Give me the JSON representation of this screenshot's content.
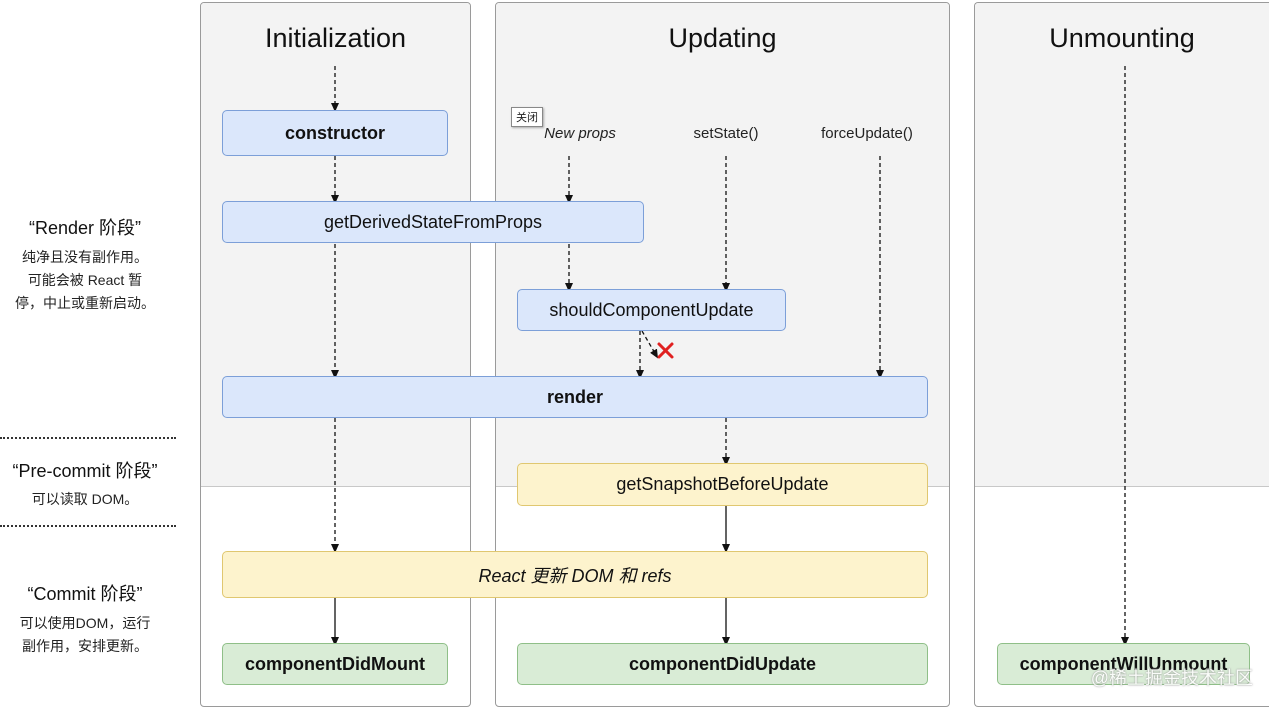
{
  "columns": {
    "initialization": "Initialization",
    "updating": "Updating",
    "unmounting": "Unmounting"
  },
  "phases": {
    "render": {
      "title": "“Render 阶段”",
      "desc": [
        "纯净且没有副作用。",
        "可能会被 React 暂",
        "停，中止或重新启动。"
      ]
    },
    "precommit": {
      "title": "“Pre-commit 阶段”",
      "desc": [
        "可以读取 DOM。"
      ]
    },
    "commit": {
      "title": "“Commit 阶段”",
      "desc": [
        "可以使用DOM，运行",
        "副作用，安排更新。"
      ]
    }
  },
  "triggers": {
    "new_props": "New props",
    "set_state": "setState()",
    "force_update": "forceUpdate()"
  },
  "tooltip": "关闭",
  "nodes": {
    "constructor": "constructor",
    "get_derived_state": "getDerivedStateFromProps",
    "should_component_update": "shouldComponentUpdate",
    "render": "render",
    "get_snapshot": "getSnapshotBeforeUpdate",
    "react_update_dom": "React 更新 DOM 和 refs",
    "component_did_mount": "componentDidMount",
    "component_did_update": "componentDidUpdate",
    "component_will_unmount": "componentWillUnmount"
  },
  "watermark": "@稀土掘金技术社区",
  "colors": {
    "render_phase_box": "#dbe7fb",
    "precommit_box": "#fdf3cd",
    "commit_box": "#d9ecd6",
    "cancel_mark": "#e02020"
  }
}
